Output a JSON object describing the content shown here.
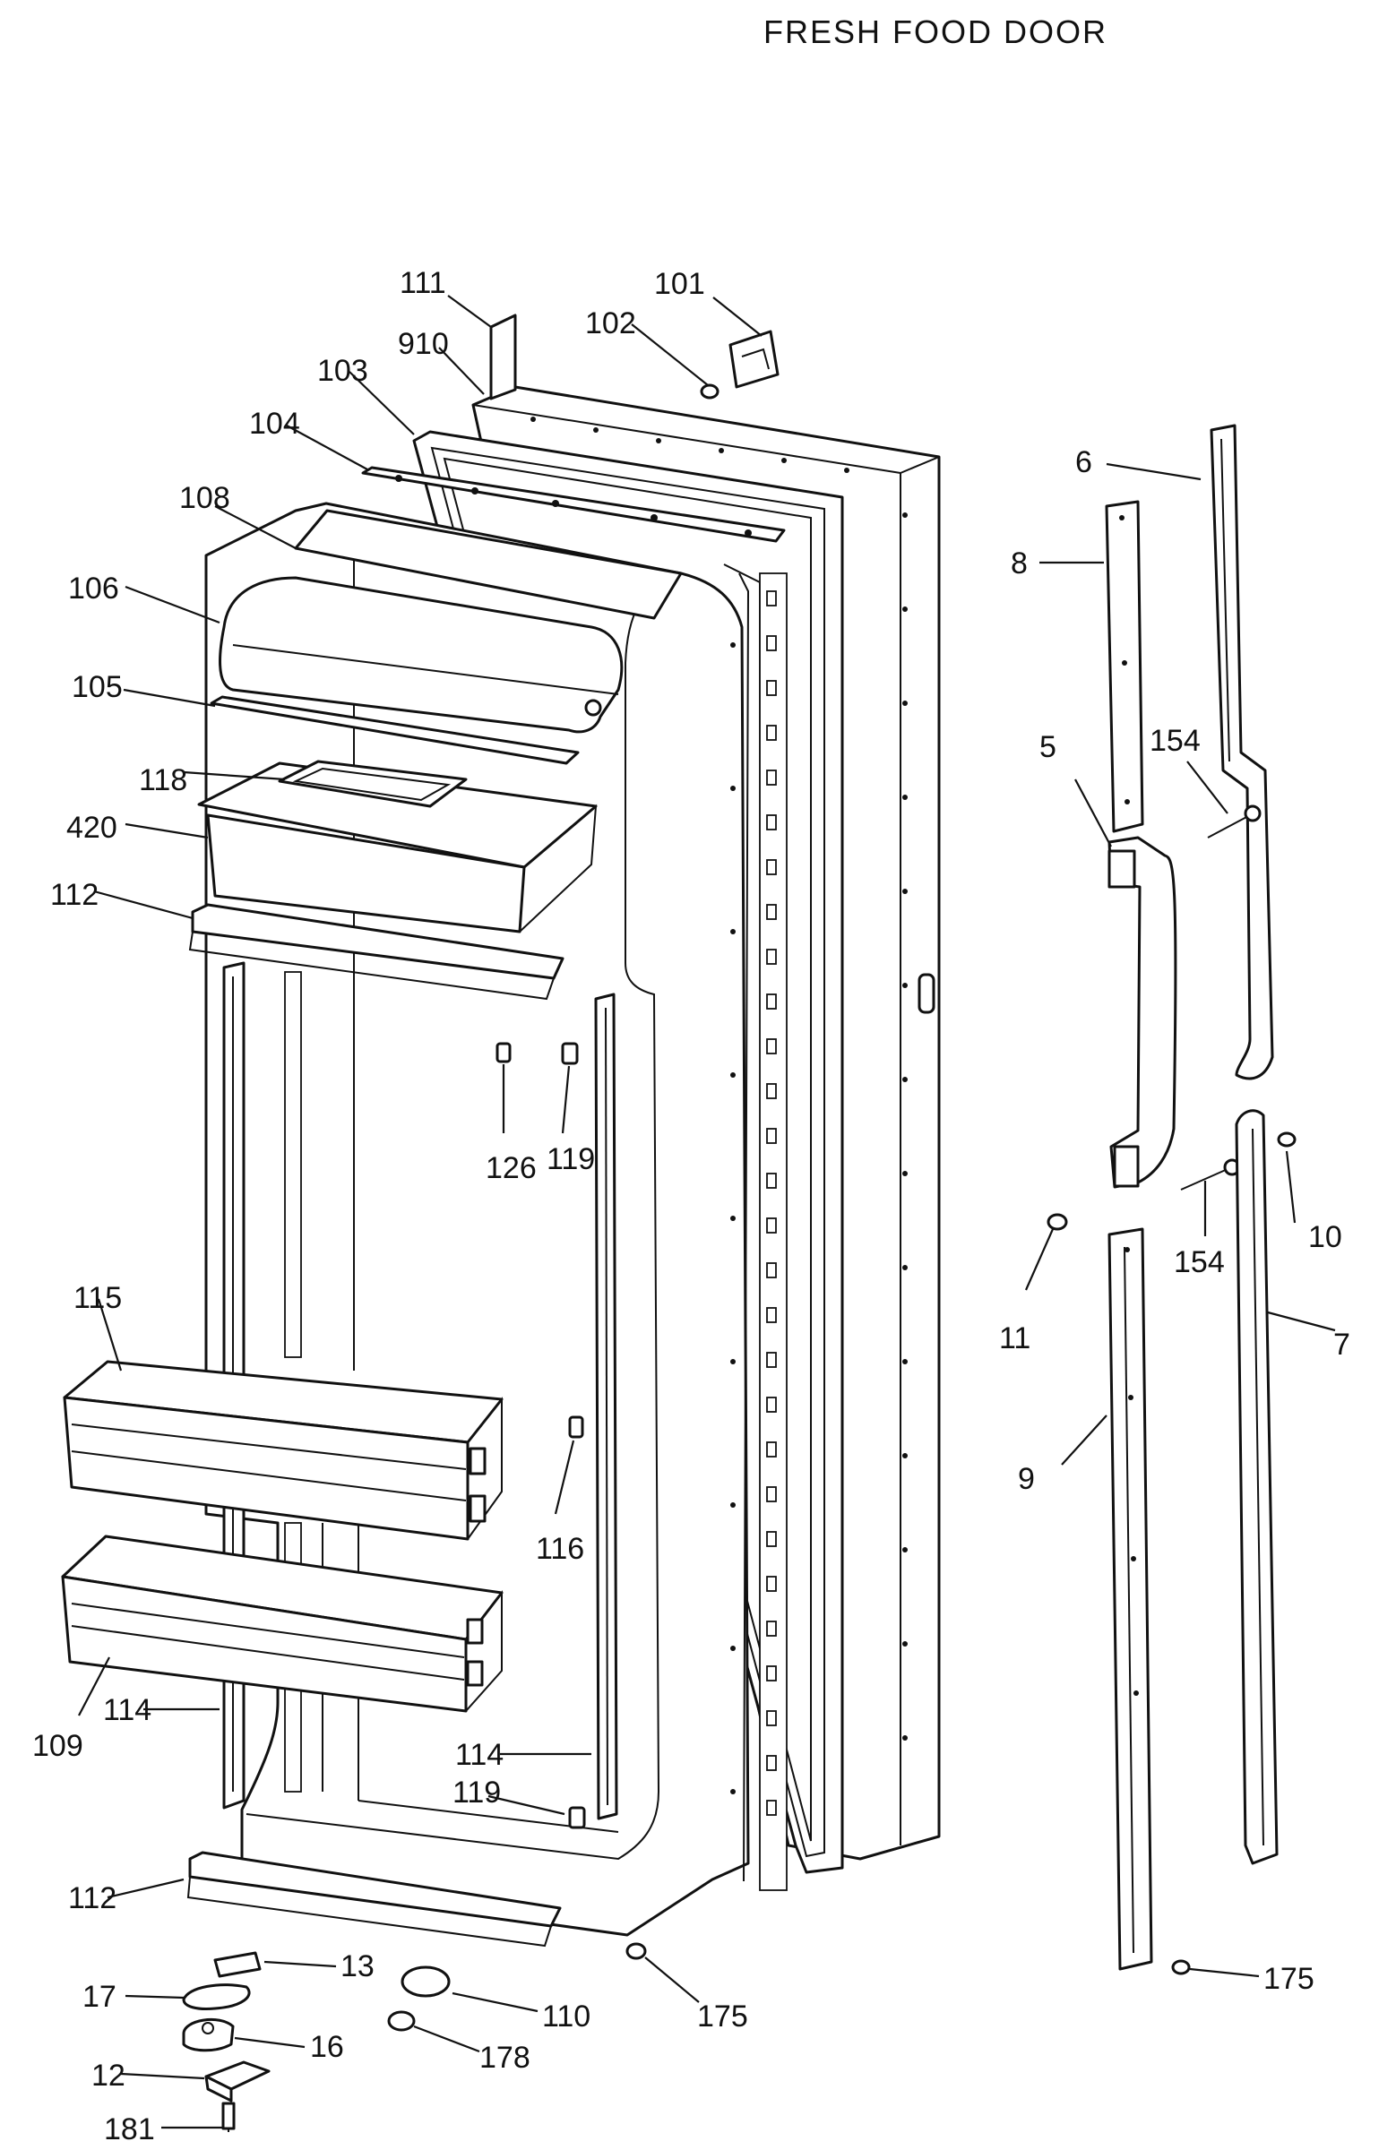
{
  "title": "FRESH FOOD DOOR",
  "labels": {
    "l111": "111",
    "l101": "101",
    "l102": "102",
    "l910": "910",
    "l103": "103",
    "l104": "104",
    "l108": "108",
    "l106": "106",
    "l105": "105",
    "l118": "118",
    "l420": "420",
    "l112a": "112",
    "l126": "126",
    "l119a": "119",
    "l115": "115",
    "l116": "116",
    "l109": "109",
    "l114a": "114",
    "l114b": "114",
    "l119b": "119",
    "l112b": "112",
    "l13": "13",
    "l17": "17",
    "l16": "16",
    "l12": "12",
    "l181": "181",
    "l110": "110",
    "l178": "178",
    "l175a": "175",
    "l175b": "175",
    "l6": "6",
    "l8": "8",
    "l5": "5",
    "l154a": "154",
    "l154b": "154",
    "l10": "10",
    "l11": "11",
    "l7": "7",
    "l9": "9"
  }
}
